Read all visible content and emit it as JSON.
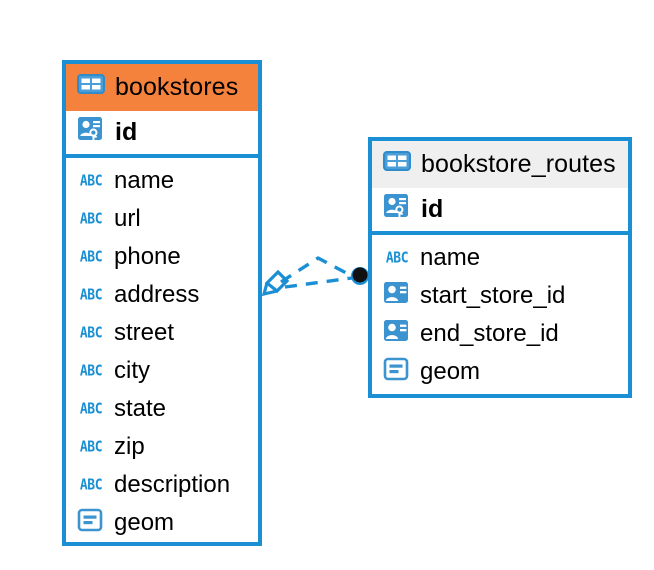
{
  "diagram": {
    "type": "entity-relationship-diagram",
    "background": "#ffffff",
    "accent_color": "#1b8fd4",
    "highlight_color": "#f5823c",
    "header_grey": "#efefef"
  },
  "entities": [
    {
      "name": "bookstores",
      "header_style": "orange",
      "icon": "table-icon",
      "primary_key": {
        "label": "id",
        "icon": "primary-key-icon"
      },
      "fields": [
        {
          "label": "name",
          "icon": "text-type-icon"
        },
        {
          "label": "url",
          "icon": "text-type-icon"
        },
        {
          "label": "phone",
          "icon": "text-type-icon"
        },
        {
          "label": "address",
          "icon": "text-type-icon"
        },
        {
          "label": "street",
          "icon": "text-type-icon"
        },
        {
          "label": "city",
          "icon": "text-type-icon"
        },
        {
          "label": "state",
          "icon": "text-type-icon"
        },
        {
          "label": "zip",
          "icon": "text-type-icon"
        },
        {
          "label": "description",
          "icon": "text-type-icon"
        },
        {
          "label": "geom",
          "icon": "geometry-type-icon"
        }
      ]
    },
    {
      "name": "bookstore_routes",
      "header_style": "grey",
      "icon": "table-icon",
      "primary_key": {
        "label": "id",
        "icon": "primary-key-icon"
      },
      "fields": [
        {
          "label": "name",
          "icon": "text-type-icon"
        },
        {
          "label": "start_store_id",
          "icon": "foreign-key-icon"
        },
        {
          "label": "end_store_id",
          "icon": "foreign-key-icon"
        },
        {
          "label": "geom",
          "icon": "geometry-type-icon"
        }
      ]
    }
  ],
  "relationship": {
    "style": "dashed",
    "color": "#1b8fd4",
    "source_marker": "diamond-marker",
    "target_marker": "filled-circle-marker",
    "branches": 2
  },
  "icon_labels": {
    "text_type": "ABC"
  }
}
